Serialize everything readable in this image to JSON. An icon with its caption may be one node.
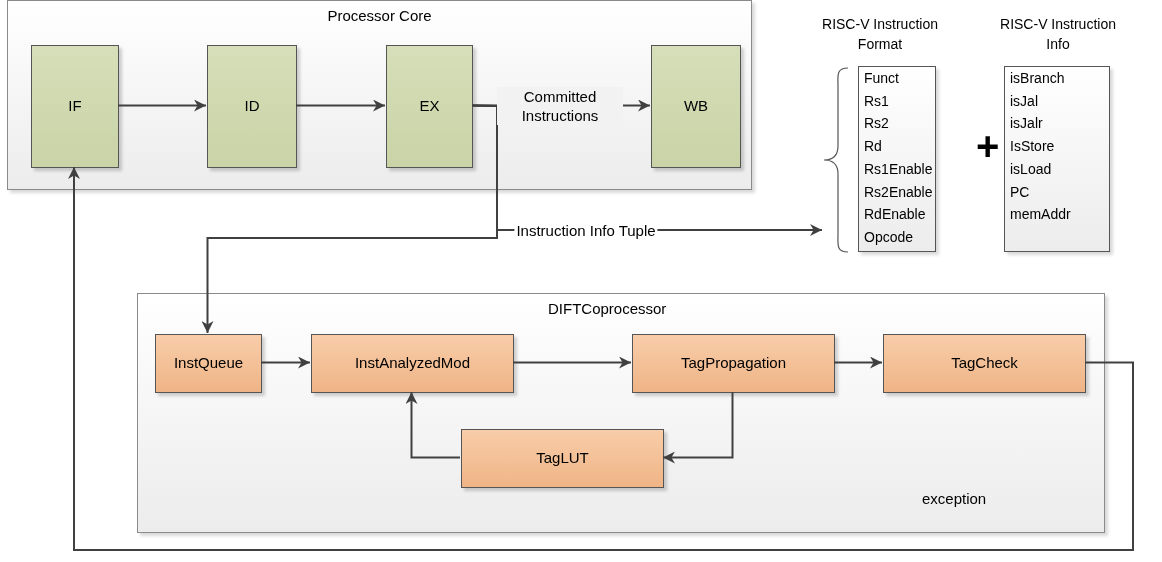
{
  "diagram": {
    "nodes": [
      {
        "text": [
          "Processor Core"
        ]
      },
      {
        "text": [
          "IF"
        ],
        "in": 0
      },
      {
        "text": [
          "ID"
        ],
        "in": 0
      },
      {
        "text": [
          "EX"
        ],
        "in": 0
      },
      {
        "text": [
          "WB"
        ],
        "in": 0
      },
      {
        "text": [
          "RISC-V Instruction Format",
          "Funct",
          "Rs1",
          "Rs2",
          "Rd",
          "Rs1Enable",
          "Rs2Enable",
          "RdEnable",
          "Opcode"
        ]
      },
      {
        "text": [
          "RISC-V Instruction Info",
          "isBranch",
          "isJal",
          "isJalr",
          "IsStore",
          "isLoad",
          "PC",
          "memAddr"
        ]
      },
      {
        "text": [
          "DIFTCoprocessor"
        ]
      },
      {
        "text": [
          "InstQueue"
        ],
        "in": 7
      },
      {
        "text": [
          "InstAnalyzedMod"
        ],
        "in": 7
      },
      {
        "text": [
          "TagPropagation"
        ],
        "in": 7
      },
      {
        "text": [
          "TagCheck"
        ],
        "in": 7
      },
      {
        "text": [
          "TagLUT"
        ],
        "in": 7
      }
    ],
    "edges": [
      {
        "from": 1,
        "to": 2,
        "arrow": "to"
      },
      {
        "from": 2,
        "to": 3,
        "arrow": "to"
      },
      {
        "from": 3,
        "to": 4,
        "arrow": "to",
        "label": "Committed Instructions"
      },
      {
        "from": 3,
        "to": 5,
        "arrow": "to",
        "label": "Instruction Info Tuple"
      },
      {
        "from": 3,
        "to": 8,
        "arrow": "to"
      },
      {
        "from": 8,
        "to": 9,
        "arrow": "to"
      },
      {
        "from": 9,
        "to": 10,
        "arrow": "to"
      },
      {
        "from": 10,
        "to": 11,
        "arrow": "to"
      },
      {
        "from": 10,
        "to": 12,
        "arrow": "to"
      },
      {
        "from": 12,
        "to": 9,
        "arrow": "to"
      },
      {
        "from": 11,
        "to": 1,
        "arrow": "to"
      }
    ],
    "labels": [
      "+",
      "exception"
    ]
  }
}
